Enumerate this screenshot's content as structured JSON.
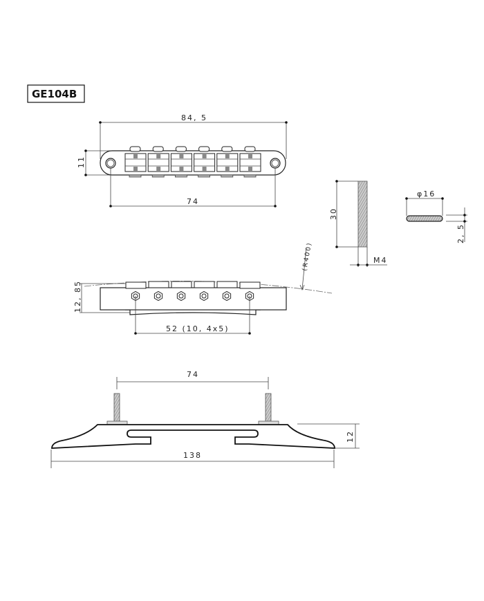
{
  "title": "GE104B",
  "top_view": {
    "width_label": "84, 5",
    "height_label": "11",
    "post_spacing_label": "74"
  },
  "side_view": {
    "height_label": "12, 85",
    "radius_label": "(R400)",
    "string_spacing_label": "52 (10, 4x5)"
  },
  "post": {
    "length_label": "30",
    "thread_label": "M4"
  },
  "thumbwheel": {
    "diameter_label": "φ16",
    "thickness_label": "2, 5"
  },
  "base": {
    "post_spacing_label": "74",
    "length_label": "138",
    "height_label": "12"
  }
}
